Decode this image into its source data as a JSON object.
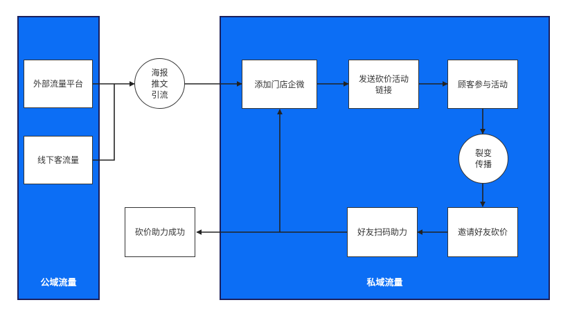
{
  "panels": {
    "public": "公域流量",
    "private": "私域流量"
  },
  "nodes": {
    "external_traffic": "外部流量平台",
    "offline_traffic": "线下客流量",
    "poster": "海报\n推文\n引流",
    "add_wecom": "添加门店企微",
    "send_link": "发送砍价活动\n链接",
    "customer_join": "顾客参与活动",
    "fission": "裂变\n传播",
    "invite_friends": "邀请好友砍价",
    "friend_scan": "好友扫码助力",
    "bargain_success": "砍价助力成功"
  },
  "colors": {
    "panel_fill": "#0c6ef5",
    "panel_border": "#1a1f5c",
    "node_border": "#333333",
    "text": "#333333"
  }
}
